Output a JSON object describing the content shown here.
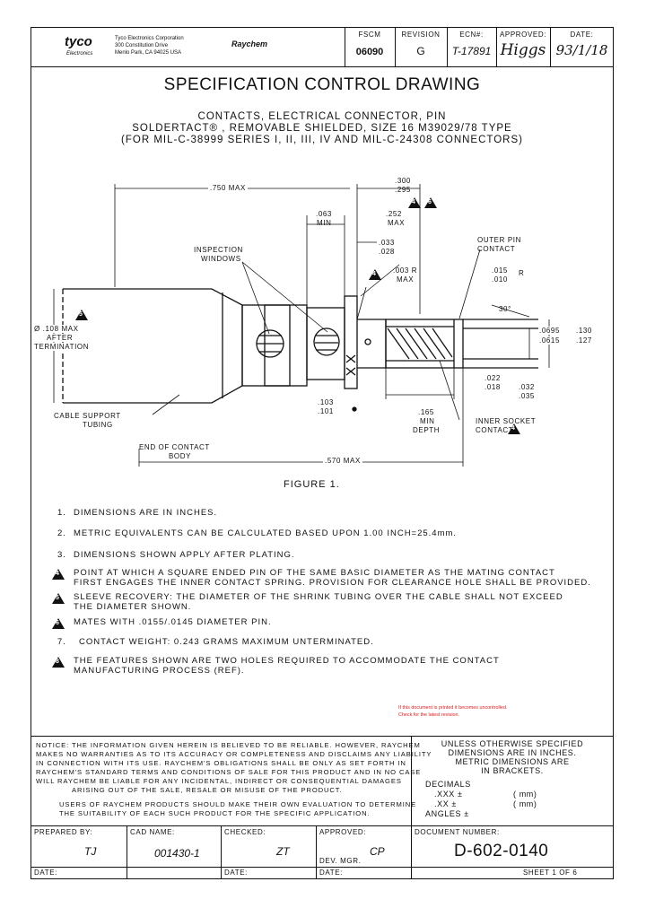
{
  "header": {
    "logo_text": "tyco",
    "logo_sub": "Electronics",
    "company_lines": [
      "Tyco Electronics Corporation",
      "300 Constitution Drive",
      "Menlo Park, CA 94025 USA"
    ],
    "brand": "Raychem",
    "fscm_label": "FSCM",
    "fscm_value": "06090",
    "revision_label": "REVISION",
    "revision_value": "G",
    "ecn_label": "ECN#:",
    "ecn_value": "T-17891",
    "approved_label": "APPROVED:",
    "approved_value": "Higgs",
    "date_label": "DATE:",
    "date_value": "93/1/18"
  },
  "title": {
    "main": "SPECIFICATION CONTROL DRAWING",
    "lines": [
      "CONTACTS, ELECTRICAL CONNECTOR, PIN",
      "SOLDERTACT® , REMOVABLE SHIELDED, SIZE 16 M39029/78 TYPE",
      "(FOR MIL-C-38999 SERIES I, II, III, IV AND MIL-C-24308 CONNECTORS)"
    ]
  },
  "drawing": {
    "labels": {
      "overall": ".750 MAX",
      "right_top_a": ".300",
      "right_top_b": ".295",
      "d063a": ".063",
      "d063b": "MIN",
      "d252a": ".252",
      "d252b": "MAX",
      "d033a": ".033",
      "d033b": ".028",
      "d003a": ".003 R",
      "d003b": "MAX",
      "outer_pin_a": "OUTER PIN",
      "outer_pin_b": "CONTACT",
      "d015a": ".015",
      "d015b": ".010",
      "d015r": "R",
      "angle": "30°",
      "insp_a": "INSPECTION",
      "insp_b": "WINDOWS",
      "dia_a": "Ø .108 MAX",
      "dia_b": "AFTER",
      "dia_c": "TERMINATION",
      "d0695a": ".0695",
      "d0695b": ".0615",
      "d130a": ".130",
      "d130b": ".127",
      "d022a": ".022",
      "d022b": ".018",
      "d032a": ".032",
      "d032b": ".035",
      "d103a": ".103",
      "d103b": ".101",
      "d165a": ".165",
      "d165b": "MIN",
      "d165c": "DEPTH",
      "inner_a": "INNER SOCKET",
      "inner_b": "CONTACT",
      "cable_a": "CABLE SUPPORT",
      "cable_b": "TUBING",
      "end_a": "END OF CONTACT",
      "end_b": "BODY",
      "d570": ".570 MAX",
      "figure": "FIGURE 1."
    },
    "flag_numbers": [
      "4",
      "6",
      "4",
      "5",
      "4"
    ]
  },
  "notes": [
    {
      "num": "1.",
      "text": "DIMENSIONS ARE IN INCHES."
    },
    {
      "num": "2.",
      "text": "METRIC EQUIVALENTS CAN BE CALCULATED BASED UPON 1.00 INCH=25.4mm."
    },
    {
      "num": "3.",
      "text": "DIMENSIONS SHOWN APPLY AFTER PLATING."
    },
    {
      "num": "4",
      "text": "POINT AT WHICH A SQUARE ENDED PIN OF THE SAME BASIC DIAMETER AS THE MATING CONTACT",
      "text2": "FIRST ENGAGES THE INNER CONTACT SPRING. PROVISION FOR CLEARANCE HOLE SHALL BE PROVIDED."
    },
    {
      "num": "5",
      "text": "SLEEVE RECOVERY: THE DIAMETER OF THE SHRINK TUBING OVER THE CABLE SHALL NOT EXCEED",
      "text2": "THE DIAMETER SHOWN."
    },
    {
      "num": "6",
      "text": "MATES WITH .0155/.0145 DIAMETER PIN."
    },
    {
      "num": "7.",
      "text": "CONTACT WEIGHT: 0.243 GRAMS MAXIMUM UNTERMINATED."
    },
    {
      "num": "8",
      "text": "THE FEATURES SHOWN ARE TWO HOLES REQUIRED TO ACCOMMODATE THE CONTACT",
      "text2": "MANUFACTURING PROCESS (REF)."
    }
  ],
  "stamp": {
    "line1": "If this document is printed it becomes uncontrolled.",
    "line2": "Check for the latest revision."
  },
  "legal": {
    "lines": [
      "NOTICE: THE INFORMATION GIVEN HEREIN IS BELIEVED TO BE RELIABLE. HOWEVER, RAYCHEM",
      "MAKES NO WARRANTIES AS TO ITS ACCURACY OR COMPLETENESS AND DISCLAIMS ANY LIABILITY",
      "IN CONNECTION WITH ITS USE. RAYCHEM'S OBLIGATIONS SHALL BE ONLY AS SET FORTH IN",
      "RAYCHEM'S STANDARD TERMS AND CONDITIONS OF SALE FOR THIS PRODUCT AND IN NO CASE",
      "WILL RAYCHEM BE LIABLE FOR ANY INCIDENTAL, INDIRECT OR CONSEQUENTIAL DAMAGES",
      "ARISING OUT OF THE SALE, RESALE OR MISUSE OF THE PRODUCT."
    ],
    "lines2": [
      "USERS OF RAYCHEM PRODUCTS SHOULD MAKE THEIR OWN EVALUATION TO DETERMINE",
      "THE SUITABILITY OF EACH SUCH PRODUCT FOR THE SPECIFIC APPLICATION."
    ]
  },
  "tolerance": {
    "l1": "UNLESS OTHERWISE SPECIFIED",
    "l2": "DIMENSIONS ARE IN INCHES.",
    "l3": "METRIC DIMENSIONS ARE",
    "l4": "IN BRACKETS.",
    "decimals": "DECIMALS",
    "xxx": ".XXX ±",
    "xx": ".XX ±",
    "angles": "ANGLES ±",
    "mm1": "(        mm)",
    "mm2": "(        mm)"
  },
  "titleblock": {
    "prepared_label": "PREPARED BY:",
    "prepared_value": "TJ",
    "cad_label": "CAD NAME:",
    "cad_value": "001430-1",
    "checked_label": "CHECKED:",
    "checked_value": "ZT",
    "approved_label": "APPROVED:",
    "dev_label": "DEV. MGR.",
    "dev_value": "CP",
    "docnum_label": "DOCUMENT NUMBER:",
    "docnum_value": "D-602-0140",
    "date1": "DATE:",
    "date2": "DATE:",
    "date3": "DATE:",
    "sheet": "SHEET 1 OF 6"
  }
}
